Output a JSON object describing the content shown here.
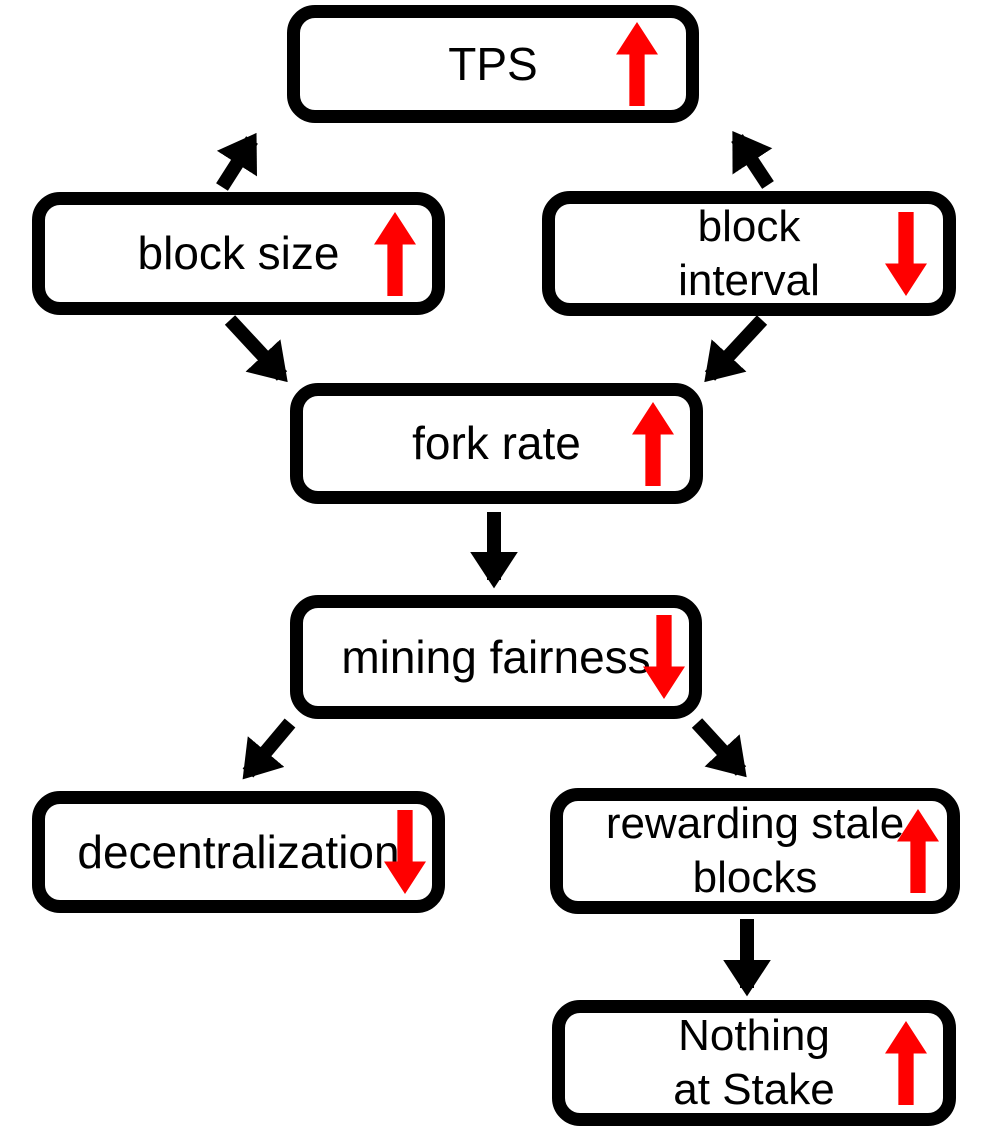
{
  "diagram": {
    "background_color": "#ffffff",
    "node_fill_color": "#ffffff",
    "node_border_color": "#000000",
    "connector_color": "#000000",
    "trend_up_color": "#ff0000",
    "trend_down_color": "#ff0000",
    "nodes": {
      "tps": {
        "lines": [
          "TPS"
        ],
        "trend": "up"
      },
      "block_size": {
        "lines": [
          "block size"
        ],
        "trend": "up"
      },
      "block_interval": {
        "lines": [
          "block",
          "interval"
        ],
        "trend": "down"
      },
      "fork_rate": {
        "lines": [
          "fork rate"
        ],
        "trend": "up"
      },
      "mining_fairness": {
        "lines": [
          "mining fairness"
        ],
        "trend": "down"
      },
      "decentralization": {
        "lines": [
          "decentralization"
        ],
        "trend": "down"
      },
      "rewarding_stale_blocks": {
        "lines": [
          "rewarding stale",
          "blocks"
        ],
        "trend": "up"
      },
      "nothing_at_stake": {
        "lines": [
          "Nothing",
          "at Stake"
        ],
        "trend": "up"
      }
    },
    "edges": [
      {
        "from": "block_size",
        "to": "tps",
        "points": [
          222,
          187,
          252,
          140
        ]
      },
      {
        "from": "block_interval",
        "to": "tps",
        "points": [
          768,
          185,
          737,
          138
        ]
      },
      {
        "from": "block_size",
        "to": "fork_rate",
        "points": [
          230,
          320,
          282,
          376
        ]
      },
      {
        "from": "block_interval",
        "to": "fork_rate",
        "points": [
          762,
          320,
          710,
          376
        ]
      },
      {
        "from": "fork_rate",
        "to": "mining_fairness",
        "points": [
          494,
          512,
          494,
          580
        ]
      },
      {
        "from": "mining_fairness",
        "to": "decentralization",
        "points": [
          290,
          723,
          248,
          773
        ]
      },
      {
        "from": "mining_fairness",
        "to": "rewarding_stale_blocks",
        "points": [
          697,
          723,
          741,
          771
        ]
      },
      {
        "from": "rewarding_stale_blocks",
        "to": "nothing_at_stake",
        "points": [
          747,
          919,
          747,
          988
        ]
      }
    ]
  }
}
